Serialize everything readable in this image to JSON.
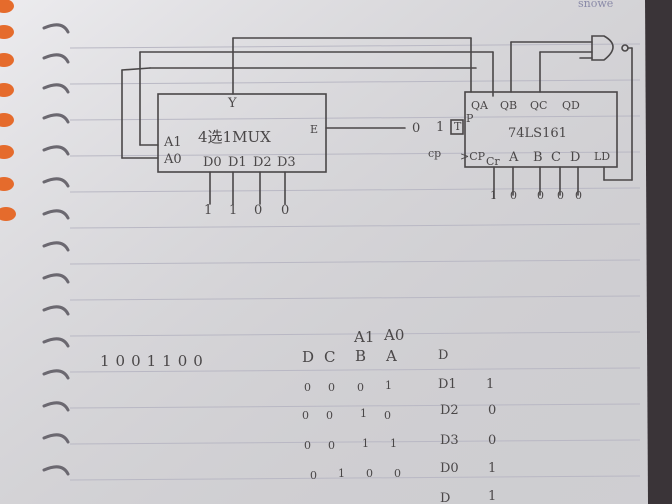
{
  "corner_text": "snowe",
  "mux": {
    "output_label": "Y",
    "select_a1": "A1",
    "select_a0": "A0",
    "title": "4选1MUX",
    "enable": "E",
    "data_inputs": [
      "D0",
      "D1",
      "D2",
      "D3"
    ],
    "input_values": [
      "1",
      "1",
      "0",
      "0"
    ],
    "enable_value": "0",
    "enable_link": "1"
  },
  "counter": {
    "outputs": [
      "QA",
      "QB",
      "QC",
      "QD"
    ],
    "title": "74LS161",
    "p_pin": "P",
    "t_pin": "T",
    "cp_label": "cp",
    "cp_pin": ">CP",
    "cr_pin": "Cr",
    "data_inputs": [
      "A",
      "B",
      "C",
      "D"
    ],
    "ld_pin": "LD",
    "input_values": [
      "1",
      "0",
      "0",
      "0",
      "0"
    ]
  },
  "sequence": "1001100",
  "table": {
    "top_headers": [
      "A1",
      "A0"
    ],
    "columns": [
      "D",
      "C",
      "B",
      "A",
      "D"
    ],
    "rows": [
      {
        "bits": [
          "0",
          "0",
          "0",
          "1"
        ],
        "sel": "D1",
        "out": "1"
      },
      {
        "bits": [
          "0",
          "0",
          "1",
          "0"
        ],
        "sel": "D2",
        "out": "0"
      },
      {
        "bits": [
          "0",
          "0",
          "1",
          "1"
        ],
        "sel": "D3",
        "out": "0"
      },
      {
        "bits": [
          "0",
          "1",
          "0",
          "0"
        ],
        "sel": "D0",
        "out": "1"
      },
      {
        "bits": [
          "",
          "",
          "",
          ""
        ],
        "sel": "D",
        "out": "1"
      }
    ]
  },
  "colors": {
    "paper": "#e6e5e9",
    "ink": "#4a4748",
    "ruling": "#b9b8c4",
    "binder": "#e56b2c",
    "background": "#3a3438"
  }
}
